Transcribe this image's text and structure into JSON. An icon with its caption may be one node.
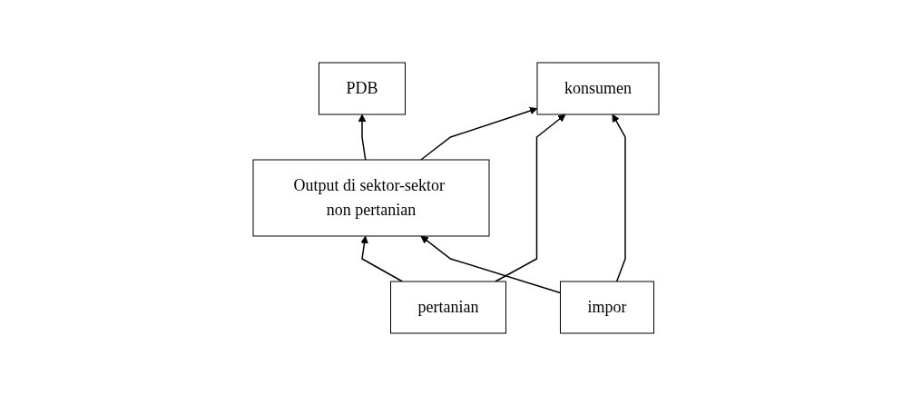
{
  "diagram": {
    "nodes": [
      {
        "text": [
          "PDB"
        ]
      },
      {
        "text": [
          "Output di sektor-sektor non pertanian"
        ]
      },
      {
        "text": [
          "konsumen"
        ]
      },
      {
        "text": [
          "pertanian"
        ]
      },
      {
        "text": [
          "impor"
        ]
      }
    ],
    "edges": [
      {
        "from": 1,
        "to": 0,
        "arrow": "to"
      },
      {
        "from": 1,
        "to": 2,
        "arrow": "to"
      },
      {
        "from": 3,
        "to": 1,
        "arrow": "to"
      },
      {
        "from": 3,
        "to": 2,
        "arrow": "to"
      },
      {
        "from": 4,
        "to": 1,
        "arrow": "to"
      },
      {
        "from": 4,
        "to": 2,
        "arrow": "to"
      }
    ]
  }
}
